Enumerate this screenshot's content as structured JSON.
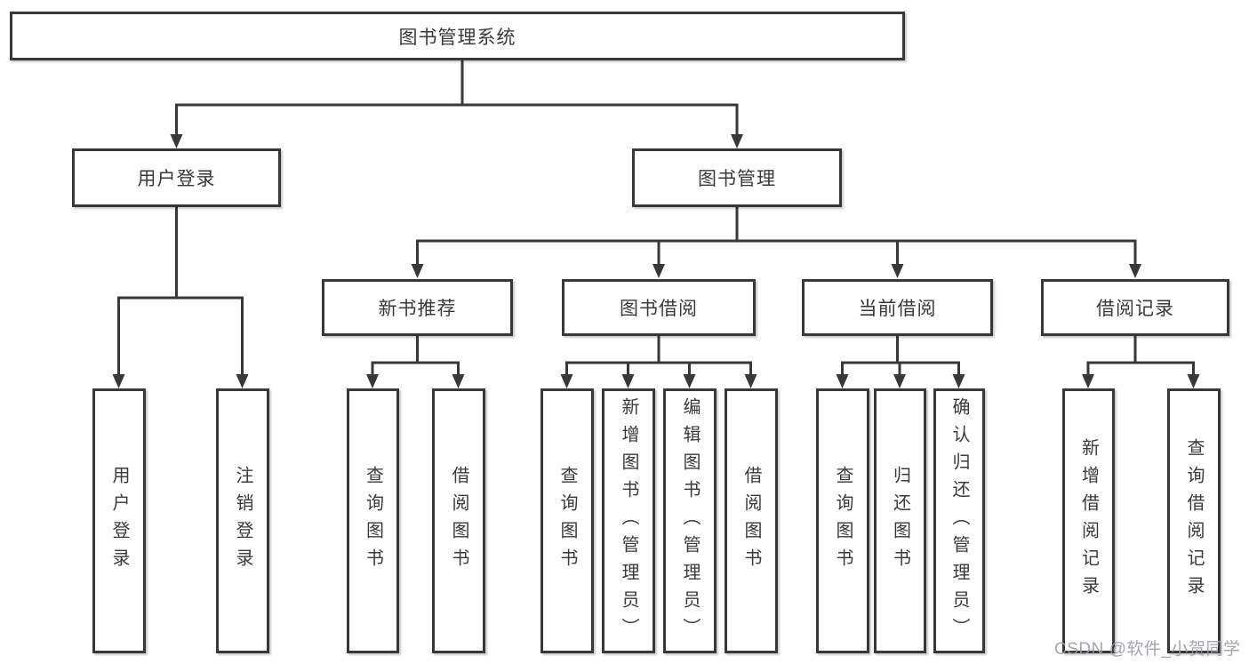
{
  "diagram": {
    "title": "图书管理系统",
    "root": {
      "label": "图书管理系统"
    },
    "level1": [
      {
        "label": "用户登录"
      },
      {
        "label": "图书管理"
      }
    ],
    "level2": [
      {
        "label": "新书推荐"
      },
      {
        "label": "图书借阅"
      },
      {
        "label": "当前借阅"
      },
      {
        "label": "借阅记录"
      }
    ],
    "leaves": [
      {
        "label": "用户登录"
      },
      {
        "label": "注销登录"
      },
      {
        "label": "查询图书"
      },
      {
        "label": "借阅图书"
      },
      {
        "label": "查询图书"
      },
      {
        "label": "新增图书（管理员）"
      },
      {
        "label": "编辑图书（管理员）"
      },
      {
        "label": "借阅图书"
      },
      {
        "label": "查询图书"
      },
      {
        "label": "归还图书"
      },
      {
        "label": "确认归还（管理员）"
      },
      {
        "label": "新增借阅记录"
      },
      {
        "label": "查询借阅记录"
      }
    ],
    "colors": {
      "line": "#383838",
      "box_border": "#383838",
      "text": "#3a3a3a",
      "background": "#ffffff",
      "watermark": "#9b9ca3"
    },
    "watermark": "CSDN @软件_小贺同学"
  }
}
